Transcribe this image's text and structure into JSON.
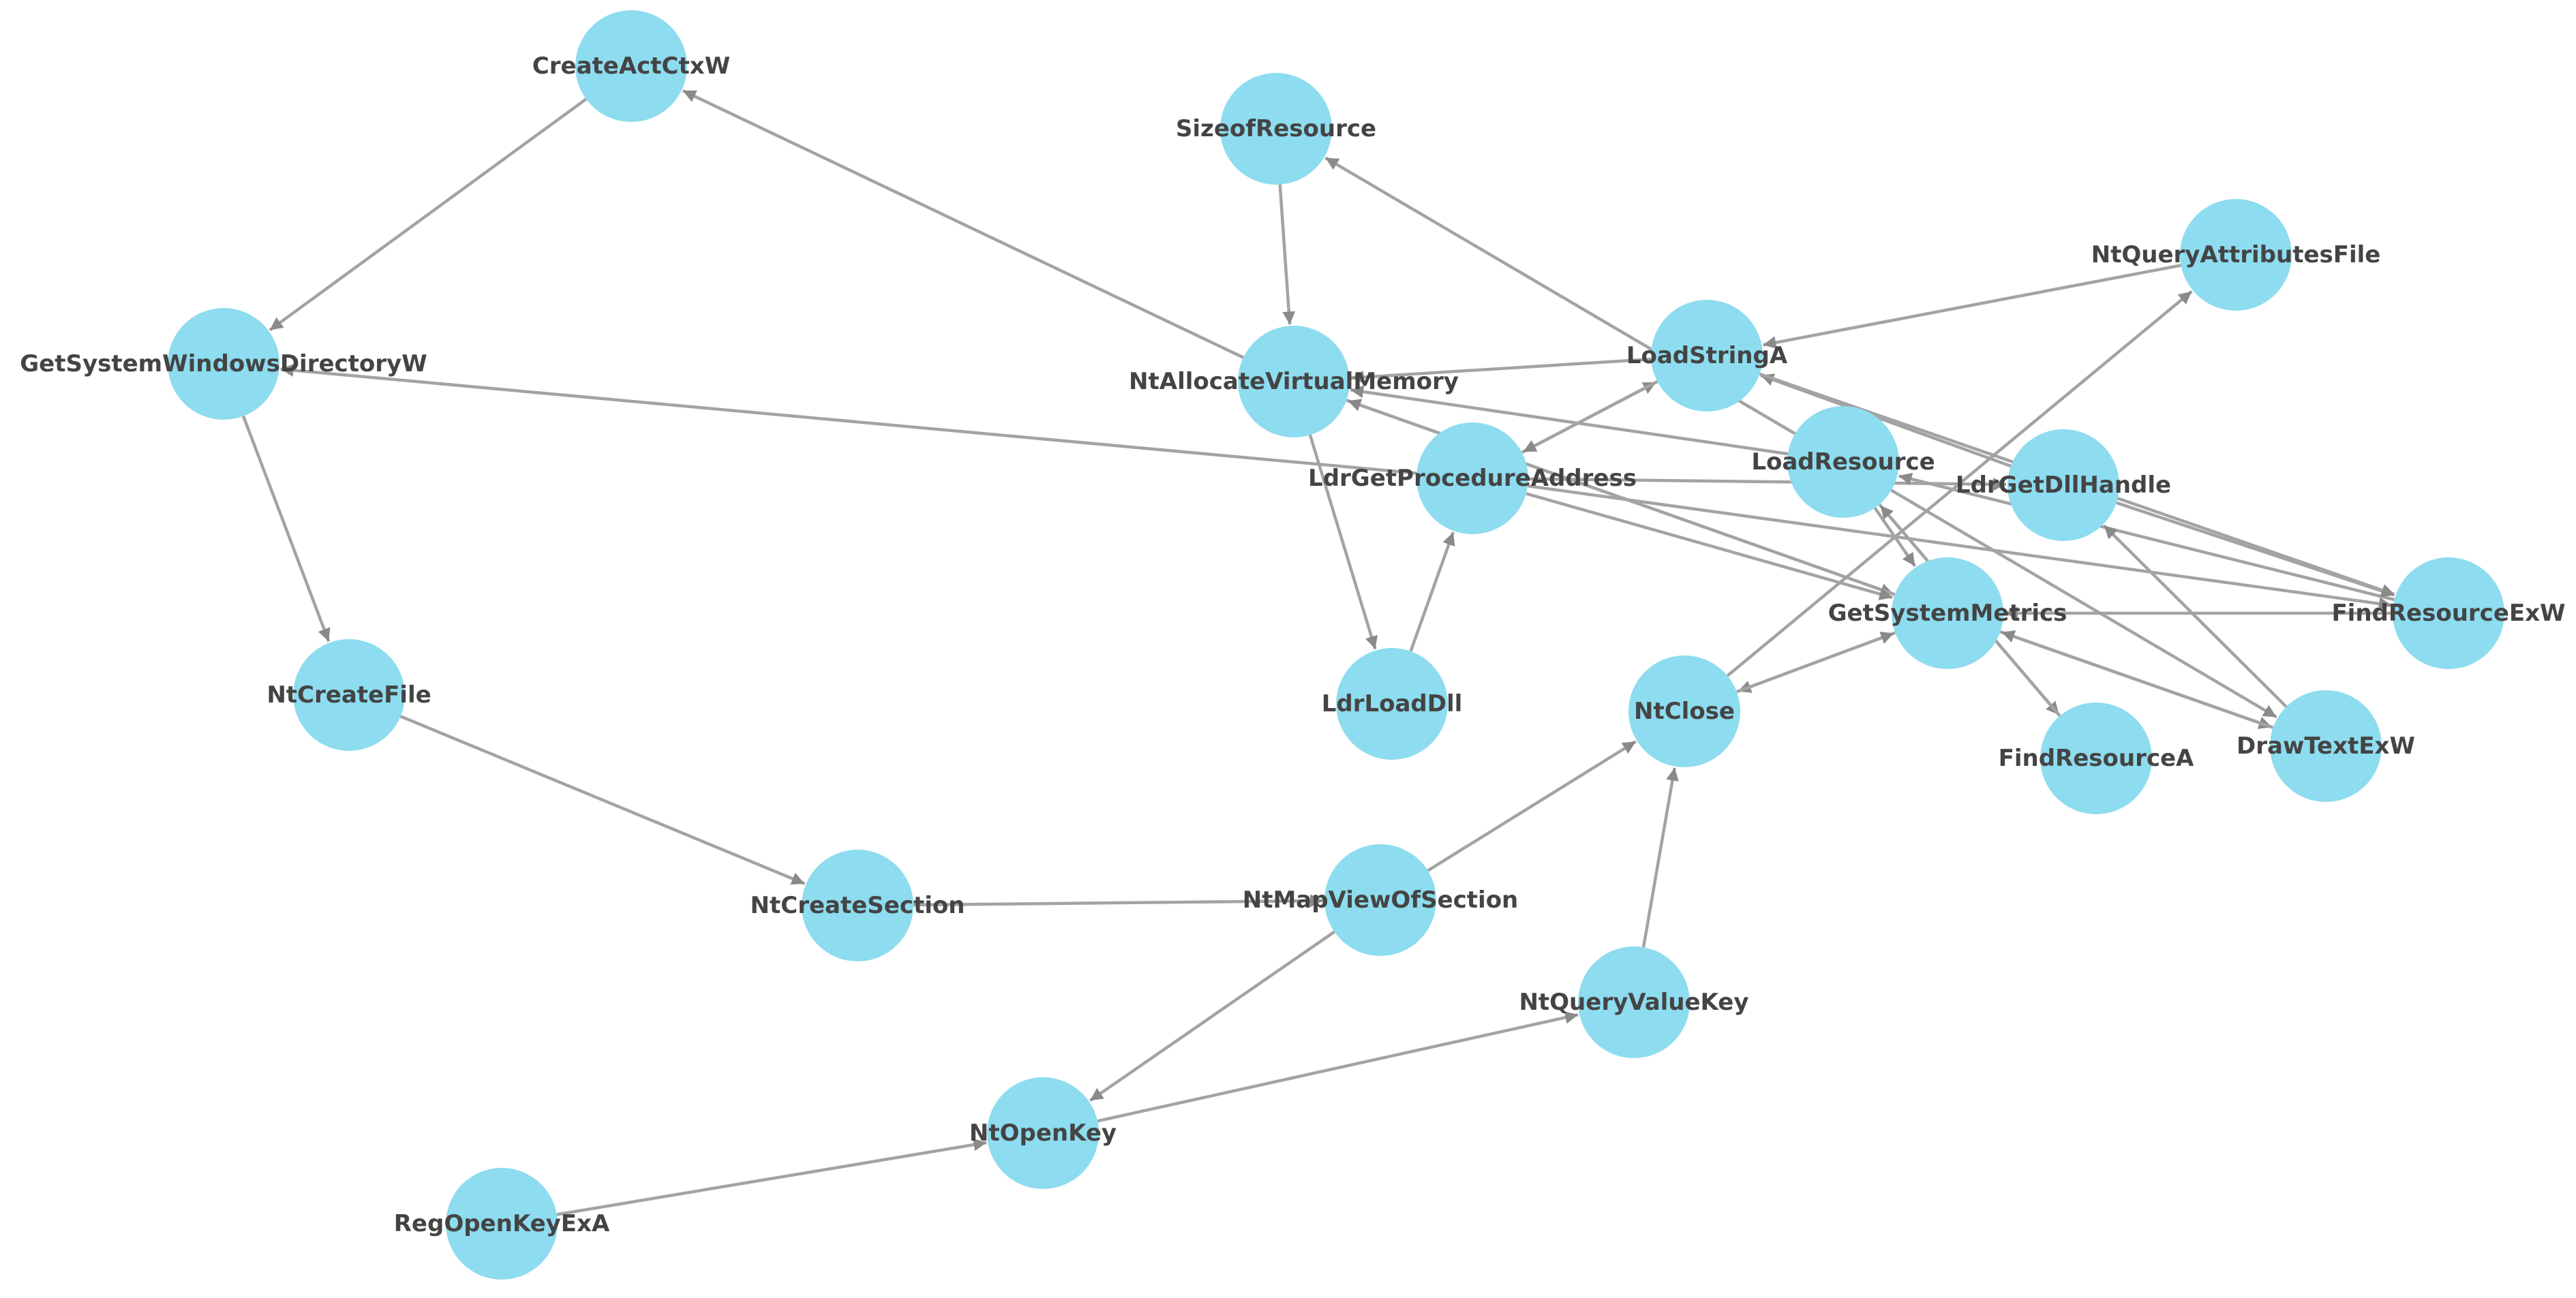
{
  "style": {
    "node_color": "#8ddcef",
    "edge_color": "#a3a3a3",
    "label_color": "#444444"
  },
  "nodes": [
    {
      "id": "CreateActCtxW",
      "label": "CreateActCtxW"
    },
    {
      "id": "SizeofResource",
      "label": "SizeofResource"
    },
    {
      "id": "NtQueryAttributesFile",
      "label": "NtQueryAttributesFile"
    },
    {
      "id": "GetSystemWindowsDirectoryW",
      "label": "GetSystemWindowsDirectoryW"
    },
    {
      "id": "LoadStringA",
      "label": "LoadStringA"
    },
    {
      "id": "NtAllocateVirtualMemory",
      "label": "NtAllocateVirtualMemory"
    },
    {
      "id": "LoadResource",
      "label": "LoadResource"
    },
    {
      "id": "LdrGetProcedureAddress",
      "label": "LdrGetProcedureAddress"
    },
    {
      "id": "LdrGetDllHandle",
      "label": "LdrGetDllHandle"
    },
    {
      "id": "GetSystemMetrics",
      "label": "GetSystemMetrics"
    },
    {
      "id": "FindResourceExW",
      "label": "FindResourceExW"
    },
    {
      "id": "NtCreateFile",
      "label": "NtCreateFile"
    },
    {
      "id": "LdrLoadDll",
      "label": "LdrLoadDll"
    },
    {
      "id": "NtClose",
      "label": "NtClose"
    },
    {
      "id": "DrawTextExW",
      "label": "DrawTextExW"
    },
    {
      "id": "FindResourceA",
      "label": "FindResourceA"
    },
    {
      "id": "NtCreateSection",
      "label": "NtCreateSection"
    },
    {
      "id": "NtMapViewOfSection",
      "label": "NtMapViewOfSection"
    },
    {
      "id": "NtQueryValueKey",
      "label": "NtQueryValueKey"
    },
    {
      "id": "NtOpenKey",
      "label": "NtOpenKey"
    },
    {
      "id": "RegOpenKeyExA",
      "label": "RegOpenKeyExA"
    }
  ],
  "edges": [
    {
      "from": "CreateActCtxW",
      "to": "GetSystemWindowsDirectoryW"
    },
    {
      "from": "GetSystemWindowsDirectoryW",
      "to": "NtCreateFile"
    },
    {
      "from": "NtCreateFile",
      "to": "NtCreateSection"
    },
    {
      "from": "NtCreateSection",
      "to": "NtMapViewOfSection"
    },
    {
      "from": "NtMapViewOfSection",
      "to": "NtClose"
    },
    {
      "from": "NtMapViewOfSection",
      "to": "NtOpenKey"
    },
    {
      "from": "RegOpenKeyExA",
      "to": "NtOpenKey"
    },
    {
      "from": "NtOpenKey",
      "to": "NtQueryValueKey"
    },
    {
      "from": "NtQueryValueKey",
      "to": "NtClose"
    },
    {
      "from": "NtClose",
      "to": "NtQueryAttributesFile"
    },
    {
      "from": "NtQueryAttributesFile",
      "to": "LoadStringA"
    },
    {
      "from": "NtAllocateVirtualMemory",
      "to": "CreateActCtxW"
    },
    {
      "from": "SizeofResource",
      "to": "NtAllocateVirtualMemory"
    },
    {
      "from": "NtAllocateVirtualMemory",
      "to": "LdrLoadDll"
    },
    {
      "from": "LdrLoadDll",
      "to": "LdrGetProcedureAddress"
    },
    {
      "from": "LdrGetProcedureAddress",
      "to": "LoadStringA"
    },
    {
      "from": "LoadStringA",
      "to": "LdrGetProcedureAddress"
    },
    {
      "from": "LoadStringA",
      "to": "NtAllocateVirtualMemory"
    },
    {
      "from": "LoadResource",
      "to": "SizeofResource"
    },
    {
      "from": "LoadResource",
      "to": "NtAllocateVirtualMemory"
    },
    {
      "from": "NtAllocateVirtualMemory",
      "to": "GetSystemMetrics"
    },
    {
      "from": "GetSystemMetrics",
      "to": "NtAllocateVirtualMemory"
    },
    {
      "from": "LdrGetProcedureAddress",
      "to": "GetSystemMetrics"
    },
    {
      "from": "LdrGetProcedureAddress",
      "to": "LdrGetDllHandle"
    },
    {
      "from": "LdrGetProcedureAddress",
      "to": "FindResourceExW"
    },
    {
      "from": "LdrGetDllHandle",
      "to": "LoadStringA"
    },
    {
      "from": "LoadStringA",
      "to": "FindResourceExW"
    },
    {
      "from": "FindResourceExW",
      "to": "LoadResource"
    },
    {
      "from": "LdrGetDllHandle",
      "to": "FindResourceExW"
    },
    {
      "from": "FindResourceExW",
      "to": "GetSystemMetrics"
    },
    {
      "from": "LoadResource",
      "to": "GetSystemMetrics"
    },
    {
      "from": "LoadResource",
      "to": "FindResourceA"
    },
    {
      "from": "FindResourceA",
      "to": "LoadResource"
    },
    {
      "from": "LoadResource",
      "to": "DrawTextExW"
    },
    {
      "from": "DrawTextExW",
      "to": "LdrGetDllHandle"
    },
    {
      "from": "GetSystemMetrics",
      "to": "DrawTextExW"
    },
    {
      "from": "DrawTextExW",
      "to": "GetSystemMetrics"
    },
    {
      "from": "GetSystemMetrics",
      "to": "NtClose"
    },
    {
      "from": "NtClose",
      "to": "GetSystemMetrics"
    },
    {
      "from": "LdrGetProcedureAddress",
      "to": "GetSystemWindowsDirectoryW"
    }
  ]
}
